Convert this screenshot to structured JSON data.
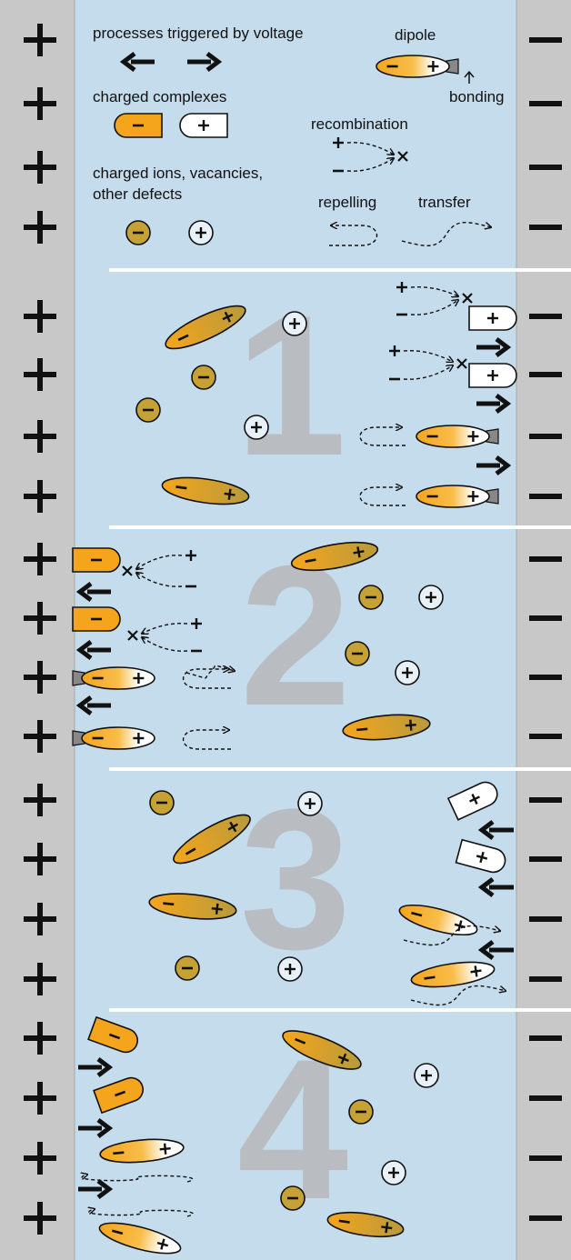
{
  "legend": {
    "processes_label": "processes triggered by voltage",
    "dipole_label": "dipole",
    "bonding_label": "bonding",
    "complexes_label": "charged complexes",
    "recombination_label": "recombination",
    "ions_label_line1": "charged ions, vacancies,",
    "ions_label_line2": "other defects",
    "repelling_label": "repelling",
    "transfer_label": "transfer"
  },
  "panels": [
    {
      "number": "1"
    },
    {
      "number": "2"
    },
    {
      "number": "3"
    },
    {
      "number": "4"
    }
  ],
  "symbols": {
    "plus": "+",
    "minus": "−"
  },
  "colors": {
    "background": "#c5dcec",
    "electrode": "#c8c8c8",
    "orange": "#f5a623",
    "olive": "#c6a234",
    "divider": "#ffffff",
    "panel_number": "#b8b8b8",
    "ion_plus_fill": "#e8f1f8"
  }
}
